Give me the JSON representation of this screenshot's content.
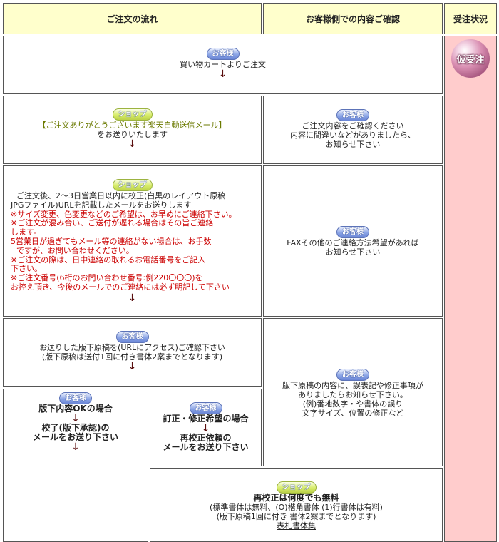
{
  "header": {
    "col1": "ご注文の流れ",
    "col2": "お客様側での内容ご確認",
    "col3": "受注状況"
  },
  "badges": {
    "customer": "お客様",
    "shop": "ショップ"
  },
  "status": {
    "label": "仮受注"
  },
  "step1": {
    "text": "買い物カートよりご注文"
  },
  "step2": {
    "green": "【ご注文ありがとうございます楽天自動送信メール】",
    "line2": "をお送りいたします"
  },
  "confirm1": {
    "lines": [
      "ご注文内容をご確認ください",
      "内容に間違いなどがありましたら、",
      "お知らせ下さい"
    ]
  },
  "step3": {
    "lines": [
      {
        "text": "ご注文後、2〜3日営業日以内に校正(白黒のレイアウト原稿",
        "red": false
      },
      {
        "text": "JPGファイル)URLを記載したメールをお送りします",
        "red": false
      },
      {
        "text": "※サイズ変更、色変更などのご希望は、お早めにご連絡下さい。",
        "red": true
      },
      {
        "text": "※ご注文が混み合い、ご送付が遅れる場合はその旨ご連絡",
        "red": true
      },
      {
        "text": "します。",
        "red": true
      },
      {
        "text": "5営業日が過ぎてもメール等の連絡がない場合は、お手数",
        "red": true
      },
      {
        "text": "ですが、お問い合わせください。",
        "red": true
      },
      {
        "text": "※ご注文の際は、日中連絡の取れるお電話番号をご記入",
        "red": true
      },
      {
        "text": "下さい。",
        "red": true
      },
      {
        "text": "※ご注文番号(6桁のお問い合わせ番号:例220〇〇〇)を",
        "red": true
      },
      {
        "text": "お控え頂き、今後のメールでのご連絡には必ず明記して下さい",
        "red": true
      }
    ]
  },
  "confirm2": {
    "lines": [
      "FAXその他のご連絡方法希望があれば",
      "お知らせ下さい"
    ]
  },
  "step4": {
    "lines": [
      "お送りした版下原稿を(URLにアクセス)ご確認下さい",
      "(版下原稿は送付1回に付き書体2案までとなります)"
    ]
  },
  "confirm3": {
    "lines": [
      "版下原稿の内容に、誤表記や修正事項が",
      "ありましたらお知らせ下さい。",
      "(例)番地数字・や書体の誤り",
      "文字サイズ、位置の修正など"
    ]
  },
  "ok_branch": {
    "title": "版下内容OKの場合",
    "line2": "校了(版下承認)の",
    "line3": "メールをお送り下さい"
  },
  "fix_branch": {
    "title": "訂正・修正希望の場合",
    "line2": "再校正依頼の",
    "line3": "メールをお送り下さい"
  },
  "step5": {
    "title": "再校正は何度でも無料",
    "line2": "(標準書体は無料、(O)楷角書体 (1)行書体は有料)",
    "line3": "(版下原稿1回に付き 書体2案までとなります)",
    "link": "表札書体集"
  },
  "colors": {
    "header_bg": "#ffffcc",
    "status_bg": "#ffcccc",
    "warning_red": "#cc0000",
    "arrow": "#5a0f0f"
  }
}
